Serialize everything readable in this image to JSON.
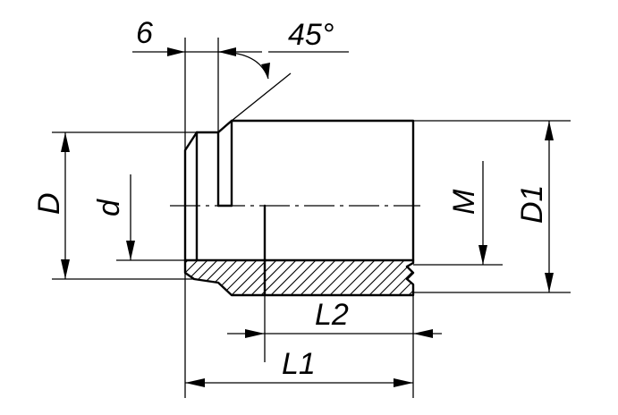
{
  "diagram": {
    "labels": {
      "chamfer_length": "6",
      "chamfer_angle": "45°",
      "outer_diameter": "D",
      "inner_diameter": "d",
      "thread": "M",
      "body_diameter": "D1",
      "thread_length": "L2",
      "total_length": "L1"
    },
    "colors": {
      "line": "#000000",
      "background": "#ffffff"
    }
  }
}
